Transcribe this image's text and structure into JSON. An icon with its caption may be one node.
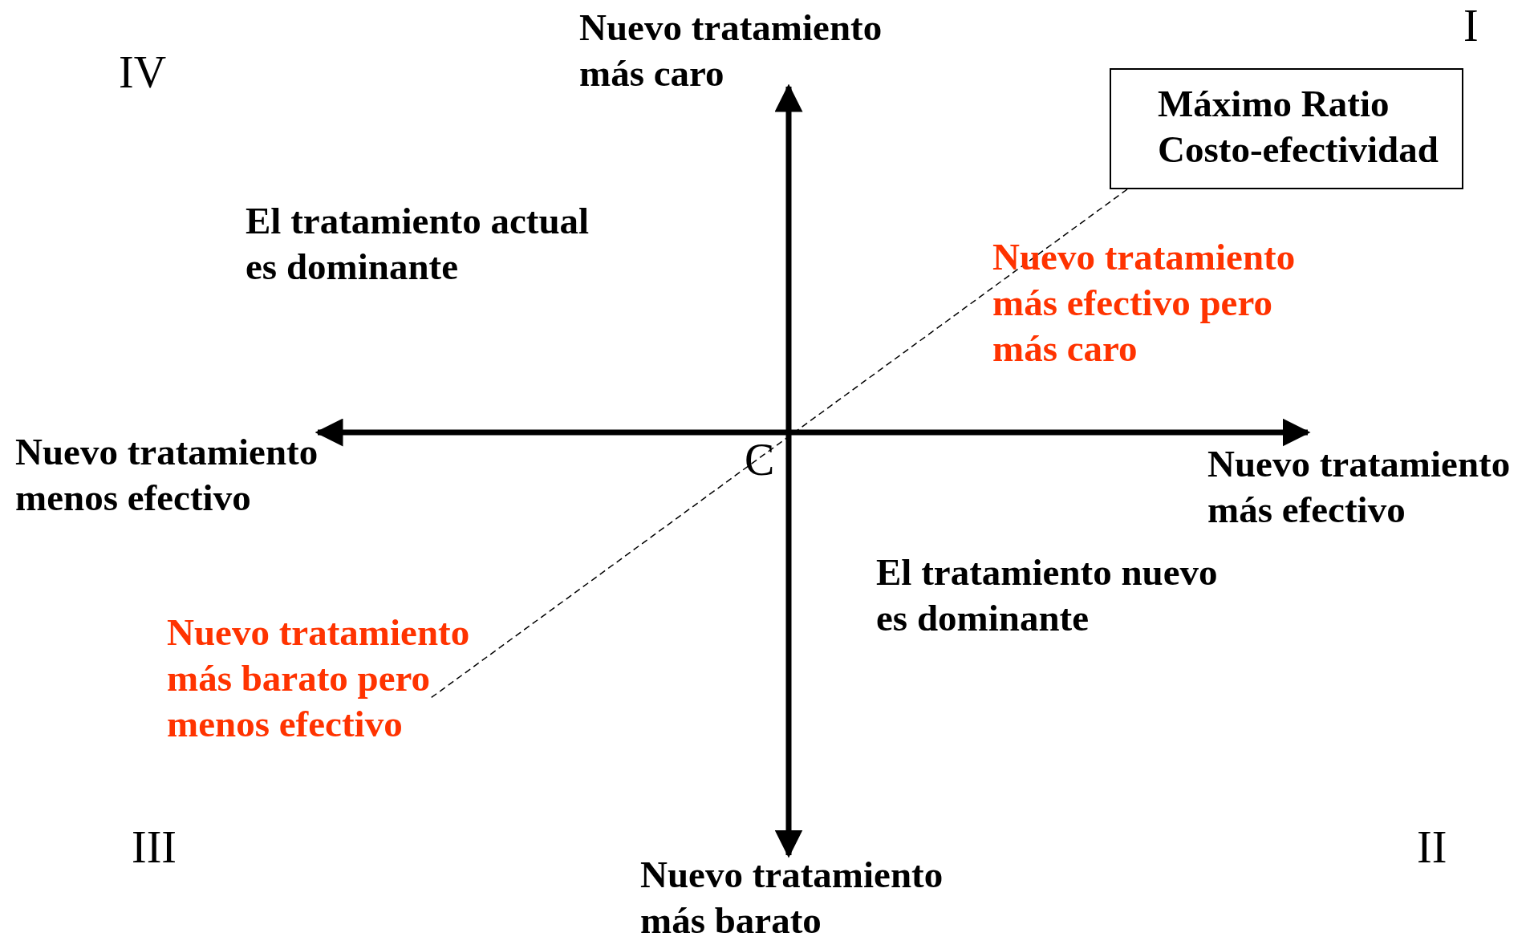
{
  "diagram": {
    "nodes": [
      {
        "text": [
          "Máximo Ratio Costo-efectividad"
        ]
      }
    ],
    "labels": [
      "Nuevo tratamiento más caro",
      "I",
      "IV",
      "El tratamiento actual es dominante",
      "Nuevo tratamiento más efectivo pero más caro",
      "Nuevo tratamiento menos efectivo",
      "C",
      "Nuevo tratamiento más efectivo",
      "El tratamiento nuevo es dominante",
      "Nuevo tratamiento más barato pero menos efectivo",
      "III",
      "II",
      "Nuevo tratamiento más barato"
    ]
  }
}
